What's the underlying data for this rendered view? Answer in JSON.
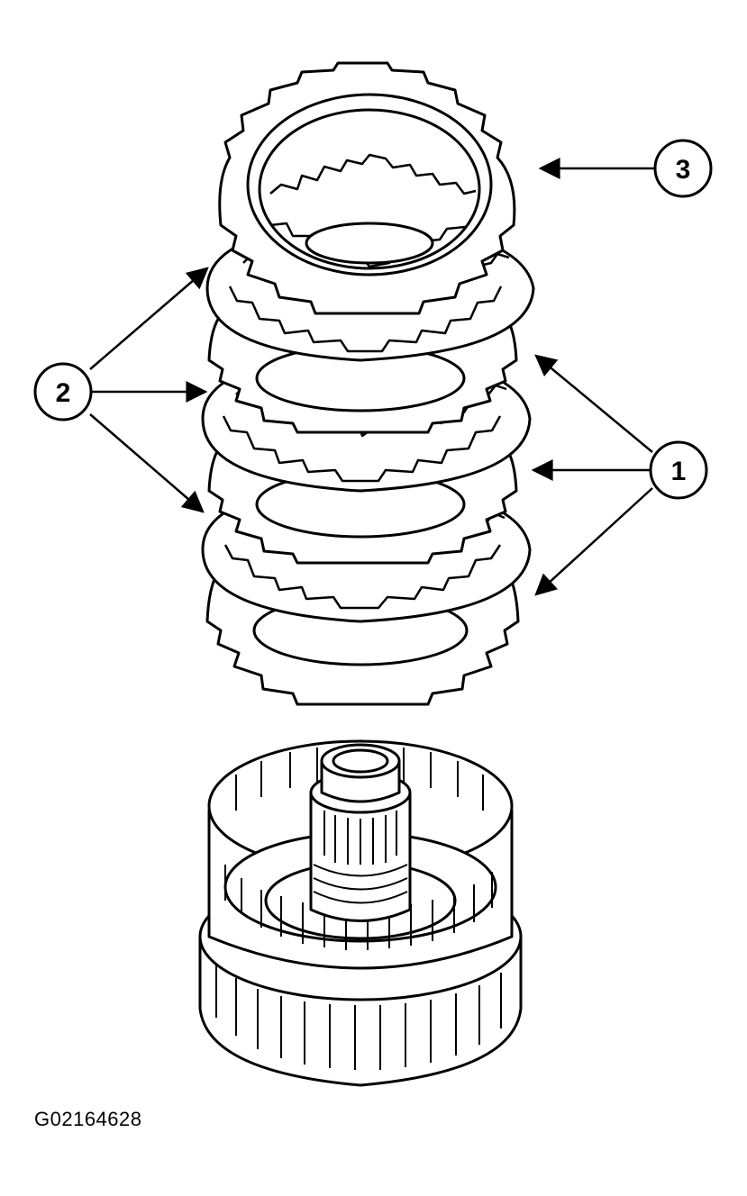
{
  "callouts": {
    "one": "1",
    "two": "2",
    "three": "3"
  },
  "figure_id": "G02164628",
  "colors": {
    "ink": "#000000",
    "paper": "#ffffff"
  }
}
